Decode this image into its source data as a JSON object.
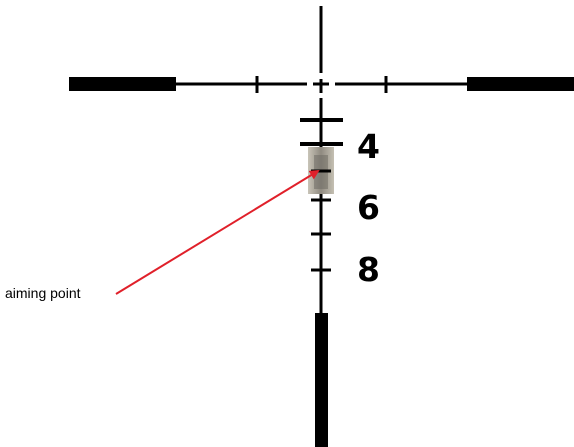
{
  "reticle": {
    "range_labels": [
      "4",
      "6",
      "8"
    ],
    "reticle_color": "#000000"
  },
  "target": {
    "description_visible": false
  },
  "callout": {
    "label": "aiming point",
    "arrow_color": "#e0202a"
  }
}
